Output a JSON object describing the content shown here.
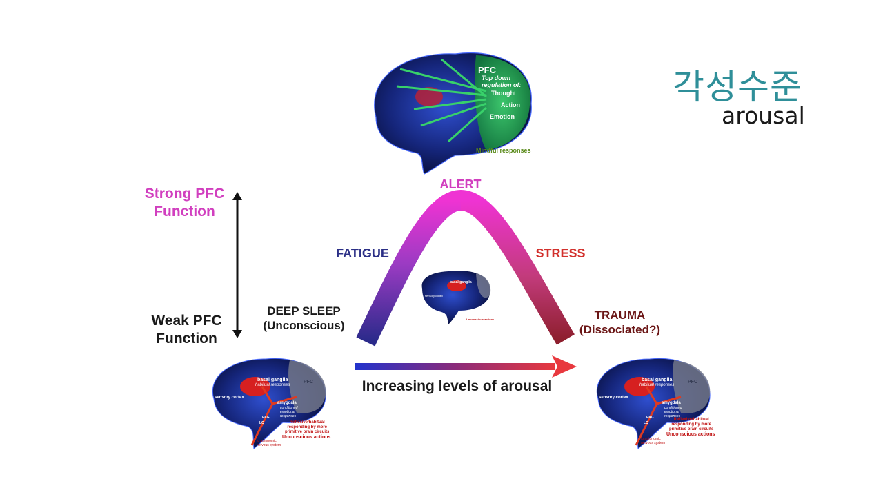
{
  "title": {
    "korean": "각성수준",
    "english": "arousal"
  },
  "axis": {
    "strong": "Strong PFC\nFunction",
    "weak": "Weak PFC\nFunction",
    "arousal": "Increasing levels of arousal"
  },
  "curve": {
    "alert": "ALERT",
    "fatigue": "FATIGUE",
    "stress": "STRESS",
    "deep_sleep": "DEEP SLEEP\n(Unconscious)",
    "trauma": "TRAUMA\n(Dissociated?)"
  },
  "top_brain": {
    "pfc": "PFC",
    "regulation": "Top down\nregulation of:",
    "thought": "Thought",
    "action": "Action",
    "emotion": "Emotion",
    "mindful": "Mindful responses"
  },
  "low_brain": {
    "sensory": "sensory cortex",
    "basal": "basal ganglia",
    "habitual": "habitual responses",
    "pfc": "PFC",
    "amygdala": "amygdala",
    "conditioned": "conditioned\nemotional\nresponses",
    "pag": "PAG",
    "lc": "LC",
    "reflexive": "Reflexive/habitual\nresponding by more\nprimitive brain circuits",
    "unconscious": "Unconscious actions",
    "autonomic": "to autonomic\nnervous system"
  },
  "colors": {
    "pink": "#d13fbf",
    "navy": "#2b2f86",
    "red": "#d2302c",
    "teal": "#2f8f99"
  }
}
